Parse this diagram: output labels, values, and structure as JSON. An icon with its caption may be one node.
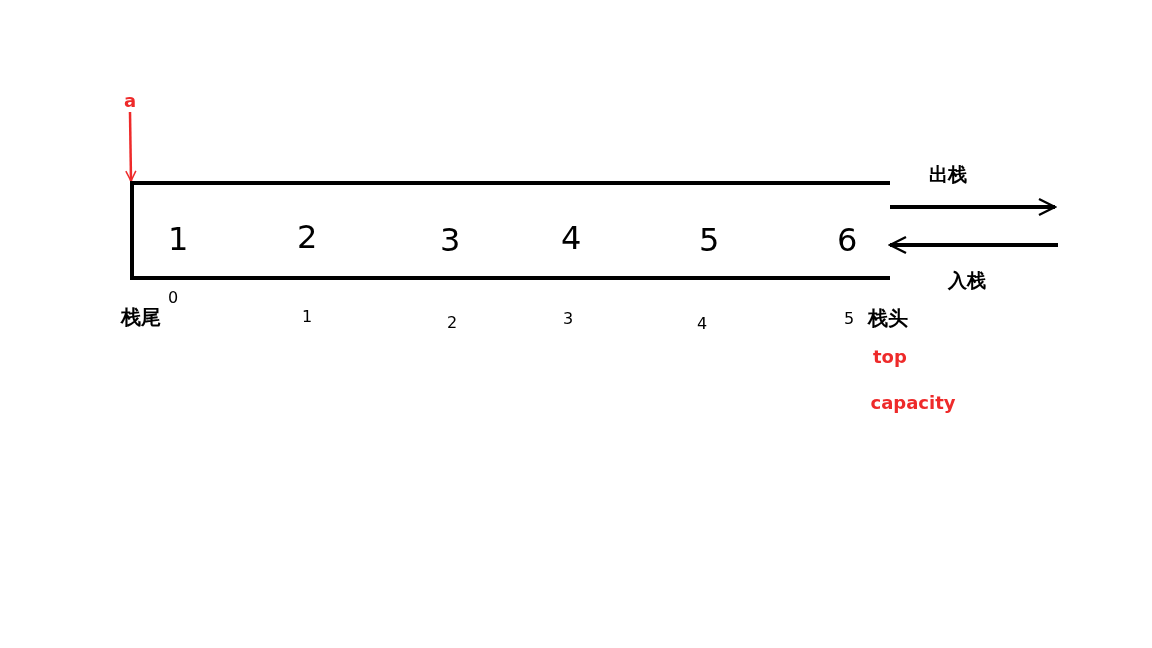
{
  "diagram": {
    "nodes": [
      {
        "text": [
          "1",
          "2",
          "3",
          "4",
          "5",
          "6"
        ]
      },
      {
        "text": [
          "a"
        ]
      }
    ],
    "edges": [
      {
        "from": 1,
        "to": 0,
        "arrow": "to",
        "color": "#ee2a2a"
      },
      {
        "from": 0,
        "to": null,
        "arrow": "to",
        "label": "出栈"
      },
      {
        "from": null,
        "to": 0,
        "arrow": "to",
        "label": "入栈"
      }
    ],
    "labels": [
      "栈尾",
      "0",
      "1",
      "2",
      "3",
      "4",
      "5",
      "栈头",
      "top",
      "capacity"
    ]
  }
}
